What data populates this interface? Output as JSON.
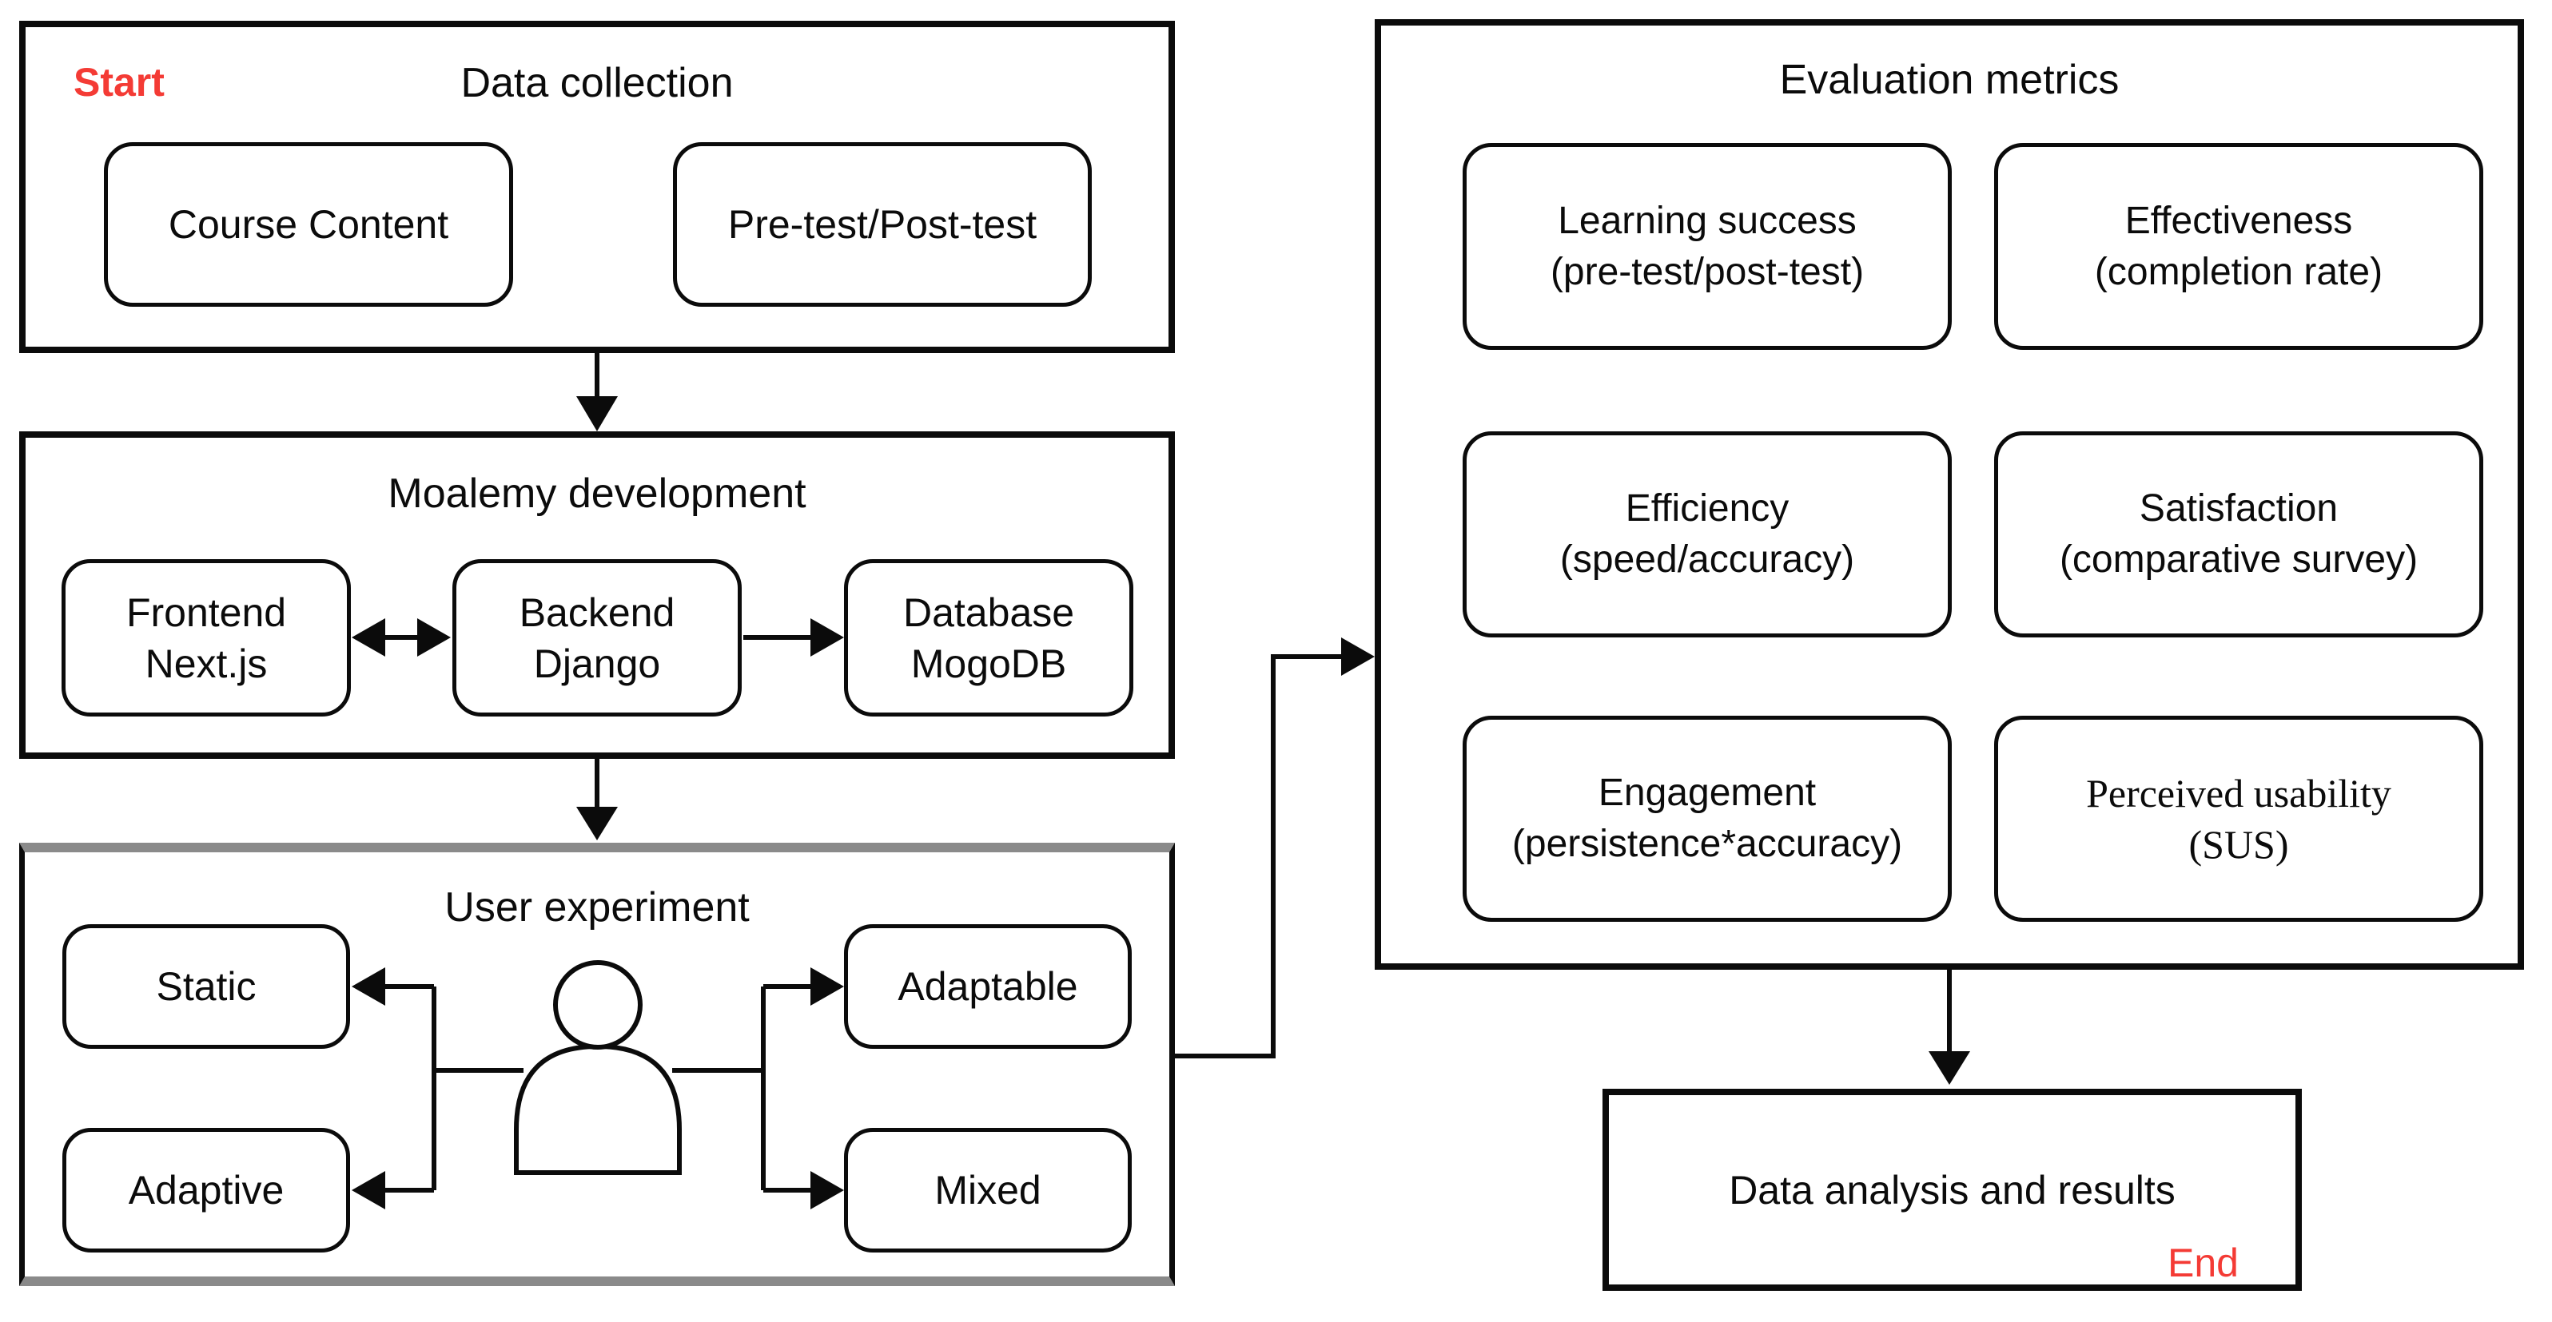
{
  "colors": {
    "accent_red": "#f43b35",
    "line_black": "#0b0b0b",
    "experiment_frame_gray": "#8a8a8a",
    "background": "#ffffff"
  },
  "start_label": "Start",
  "end_label": "End",
  "data_collection": {
    "title": "Data collection",
    "items": [
      "Course Content",
      "Pre-test/Post-test"
    ]
  },
  "development": {
    "title": "Moalemy development",
    "boxes": [
      {
        "l1": "Frontend",
        "l2": "Next.js"
      },
      {
        "l1": "Backend",
        "l2": "Django"
      },
      {
        "l1": "Database",
        "l2": "MogoDB"
      }
    ]
  },
  "experiment": {
    "title": "User experiment",
    "options": [
      "Static",
      "Adaptive",
      "Adaptable",
      "Mixed"
    ],
    "icon": "user-silhouette-icon"
  },
  "evaluation": {
    "title": "Evaluation metrics",
    "boxes": [
      {
        "l1": "Learning success",
        "l2": "(pre-test/post-test)"
      },
      {
        "l1": "Effectiveness",
        "l2": "(completion rate)"
      },
      {
        "l1": "Efficiency",
        "l2": "(speed/accuracy)"
      },
      {
        "l1": "Satisfaction",
        "l2": "(comparative survey)"
      },
      {
        "l1": "Engagement",
        "l2": "(persistence*accuracy)"
      },
      {
        "l1": "Perceived usability",
        "l2": "(SUS)"
      }
    ]
  },
  "analysis": {
    "label": "Data analysis and results"
  }
}
